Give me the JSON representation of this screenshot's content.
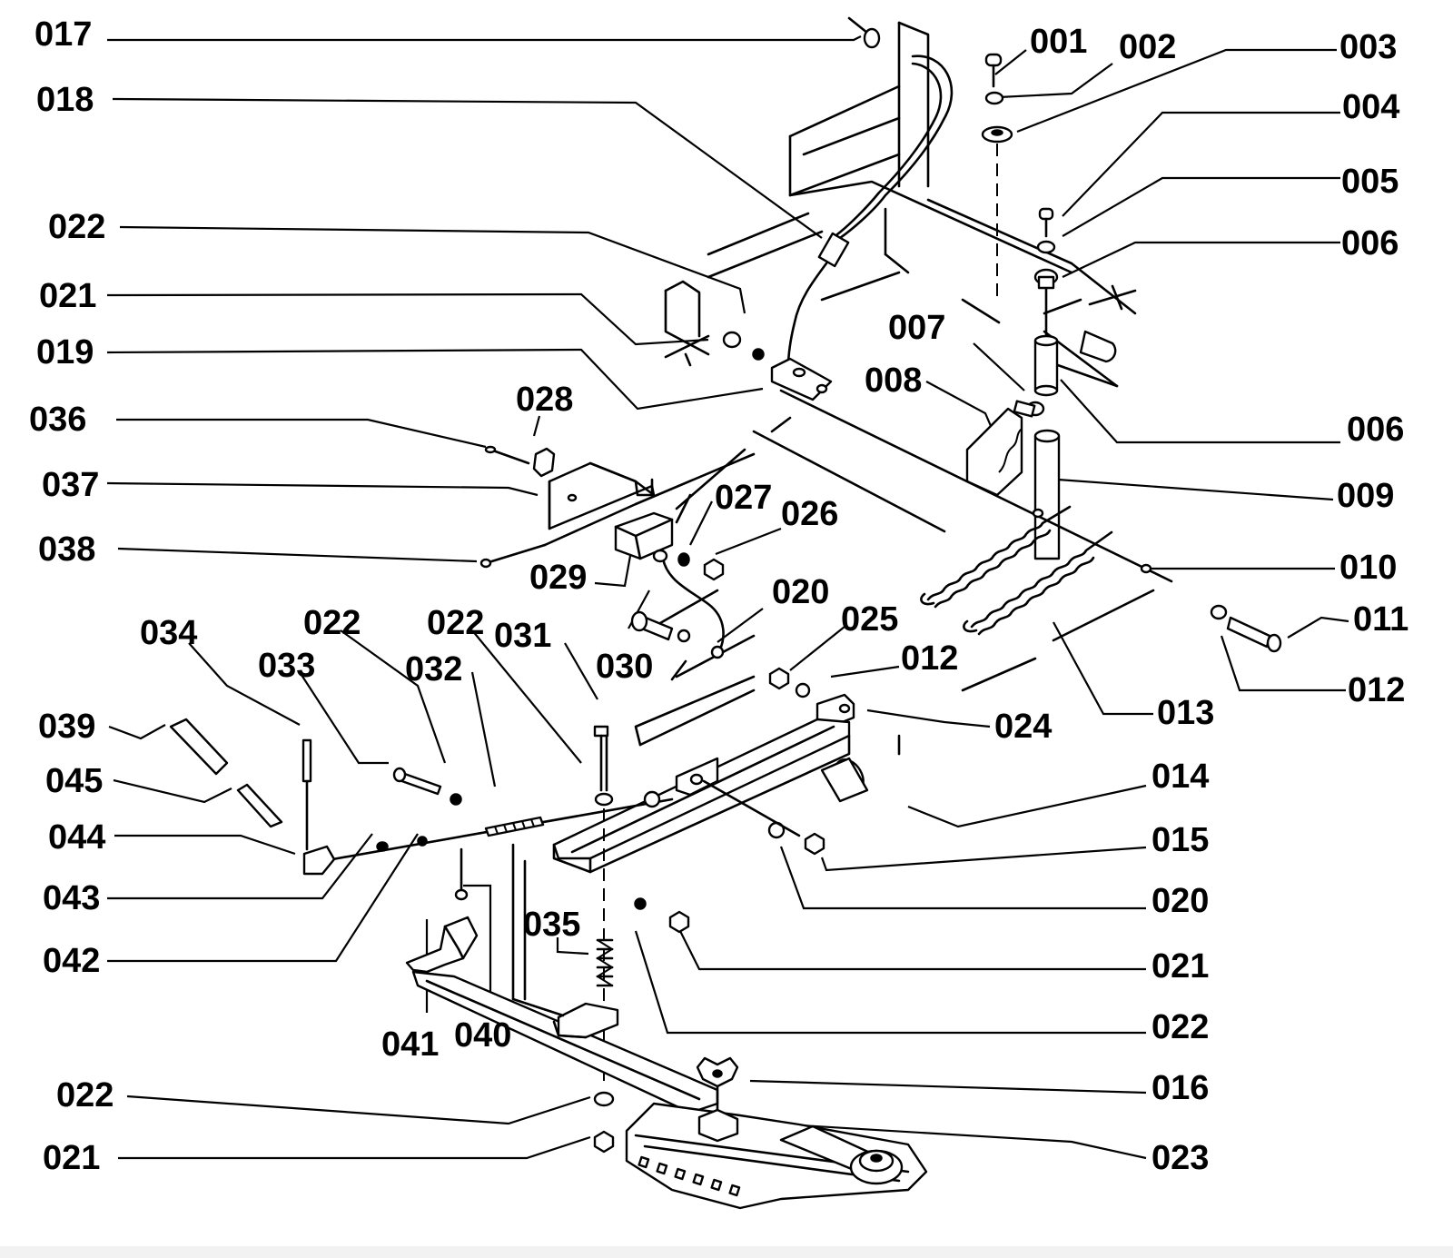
{
  "callouts": [
    {
      "id": "c-017-a",
      "text": "017"
    },
    {
      "id": "c-018",
      "text": "018"
    },
    {
      "id": "c-022-a",
      "text": "022"
    },
    {
      "id": "c-021-a",
      "text": "021"
    },
    {
      "id": "c-019",
      "text": "019"
    },
    {
      "id": "c-028",
      "text": "028"
    },
    {
      "id": "c-036",
      "text": "036"
    },
    {
      "id": "c-037",
      "text": "037"
    },
    {
      "id": "c-038",
      "text": "038"
    },
    {
      "id": "c-029",
      "text": "029"
    },
    {
      "id": "c-027",
      "text": "027"
    },
    {
      "id": "c-026",
      "text": "026"
    },
    {
      "id": "c-034",
      "text": "034"
    },
    {
      "id": "c-022-b",
      "text": "022"
    },
    {
      "id": "c-033",
      "text": "033"
    },
    {
      "id": "c-022-c",
      "text": "022"
    },
    {
      "id": "c-031",
      "text": "031"
    },
    {
      "id": "c-032",
      "text": "032"
    },
    {
      "id": "c-030",
      "text": "030"
    },
    {
      "id": "c-020-a",
      "text": "020"
    },
    {
      "id": "c-025",
      "text": "025"
    },
    {
      "id": "c-039",
      "text": "039"
    },
    {
      "id": "c-045",
      "text": "045"
    },
    {
      "id": "c-044",
      "text": "044"
    },
    {
      "id": "c-043",
      "text": "043"
    },
    {
      "id": "c-042",
      "text": "042"
    },
    {
      "id": "c-035",
      "text": "035"
    },
    {
      "id": "c-041",
      "text": "041"
    },
    {
      "id": "c-040",
      "text": "040"
    },
    {
      "id": "c-022-d",
      "text": "022"
    },
    {
      "id": "c-021-b",
      "text": "021"
    },
    {
      "id": "c-001",
      "text": "001"
    },
    {
      "id": "c-002",
      "text": "002"
    },
    {
      "id": "c-003",
      "text": "003"
    },
    {
      "id": "c-004",
      "text": "004"
    },
    {
      "id": "c-005",
      "text": "005"
    },
    {
      "id": "c-006-a",
      "text": "006"
    },
    {
      "id": "c-007",
      "text": "007"
    },
    {
      "id": "c-008",
      "text": "008"
    },
    {
      "id": "c-006-b",
      "text": "006"
    },
    {
      "id": "c-009",
      "text": "009"
    },
    {
      "id": "c-010",
      "text": "010"
    },
    {
      "id": "c-011",
      "text": "011"
    },
    {
      "id": "c-012-a",
      "text": "012"
    },
    {
      "id": "c-012-b",
      "text": "012"
    },
    {
      "id": "c-024",
      "text": "024"
    },
    {
      "id": "c-013",
      "text": "013"
    },
    {
      "id": "c-014",
      "text": "014"
    },
    {
      "id": "c-015",
      "text": "015"
    },
    {
      "id": "c-020-b",
      "text": "020"
    },
    {
      "id": "c-021-c",
      "text": "021"
    },
    {
      "id": "c-022-e",
      "text": "022"
    },
    {
      "id": "c-016",
      "text": "016"
    },
    {
      "id": "c-023",
      "text": "023"
    }
  ]
}
